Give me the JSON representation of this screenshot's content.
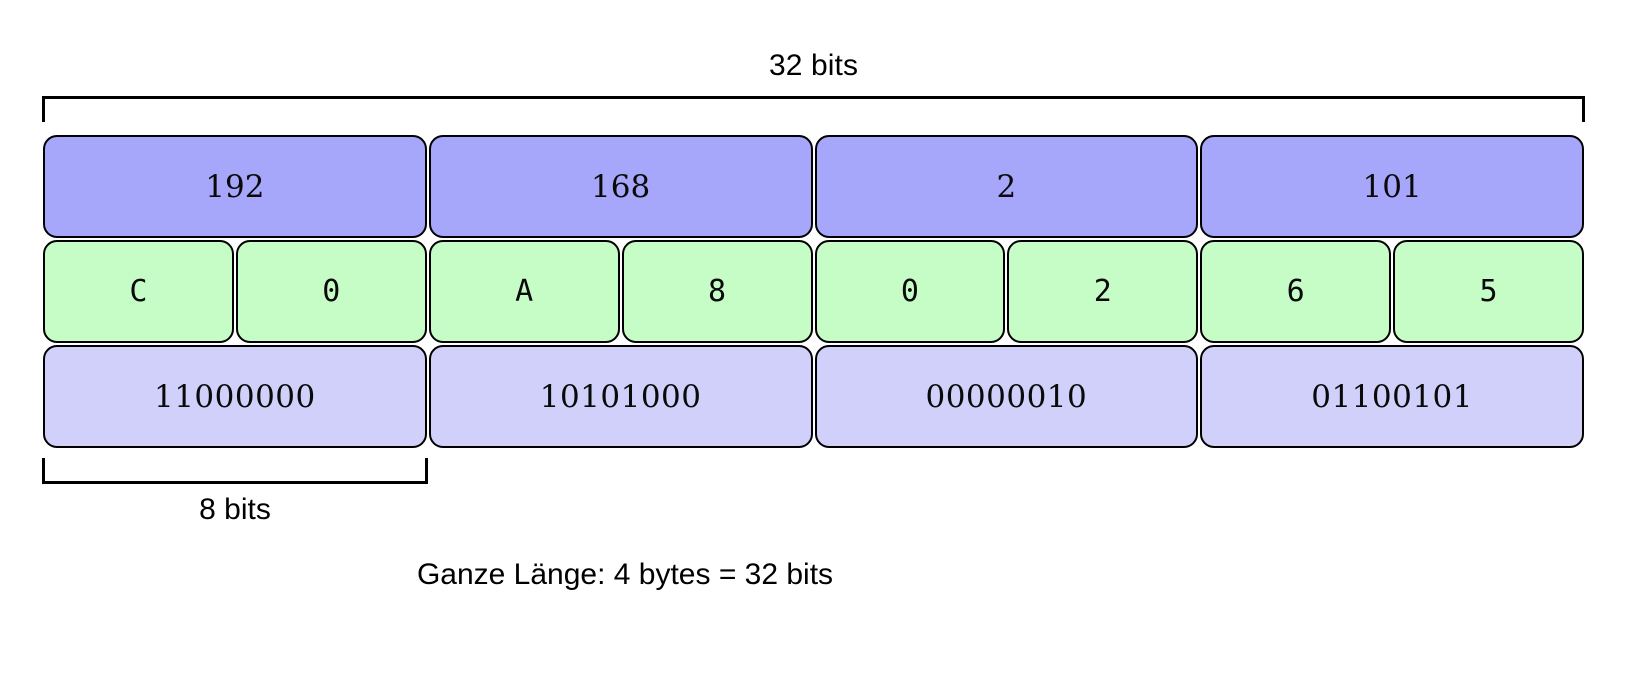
{
  "diagram": {
    "title_top_label": "32 bits",
    "byte_label": "8 bits",
    "caption": "Ganze Länge: 4 bytes = 32 bits",
    "colors": {
      "decimal_row": "#a6a6fa",
      "hex_row": "#c6fcc6",
      "binary_row": "#d0d0fa",
      "stroke": "#000000",
      "background": "#ffffff"
    },
    "rows": {
      "decimal": {
        "name": "decimal-octets",
        "cells": [
          "192",
          "168",
          "2",
          "101"
        ]
      },
      "hex": {
        "name": "hex-nibbles",
        "cells": [
          "C",
          "0",
          "A",
          "8",
          "0",
          "2",
          "6",
          "5"
        ]
      },
      "binary": {
        "name": "binary-octets",
        "cells": [
          "11000000",
          "10101000",
          "00000010",
          "01100101"
        ]
      }
    }
  }
}
